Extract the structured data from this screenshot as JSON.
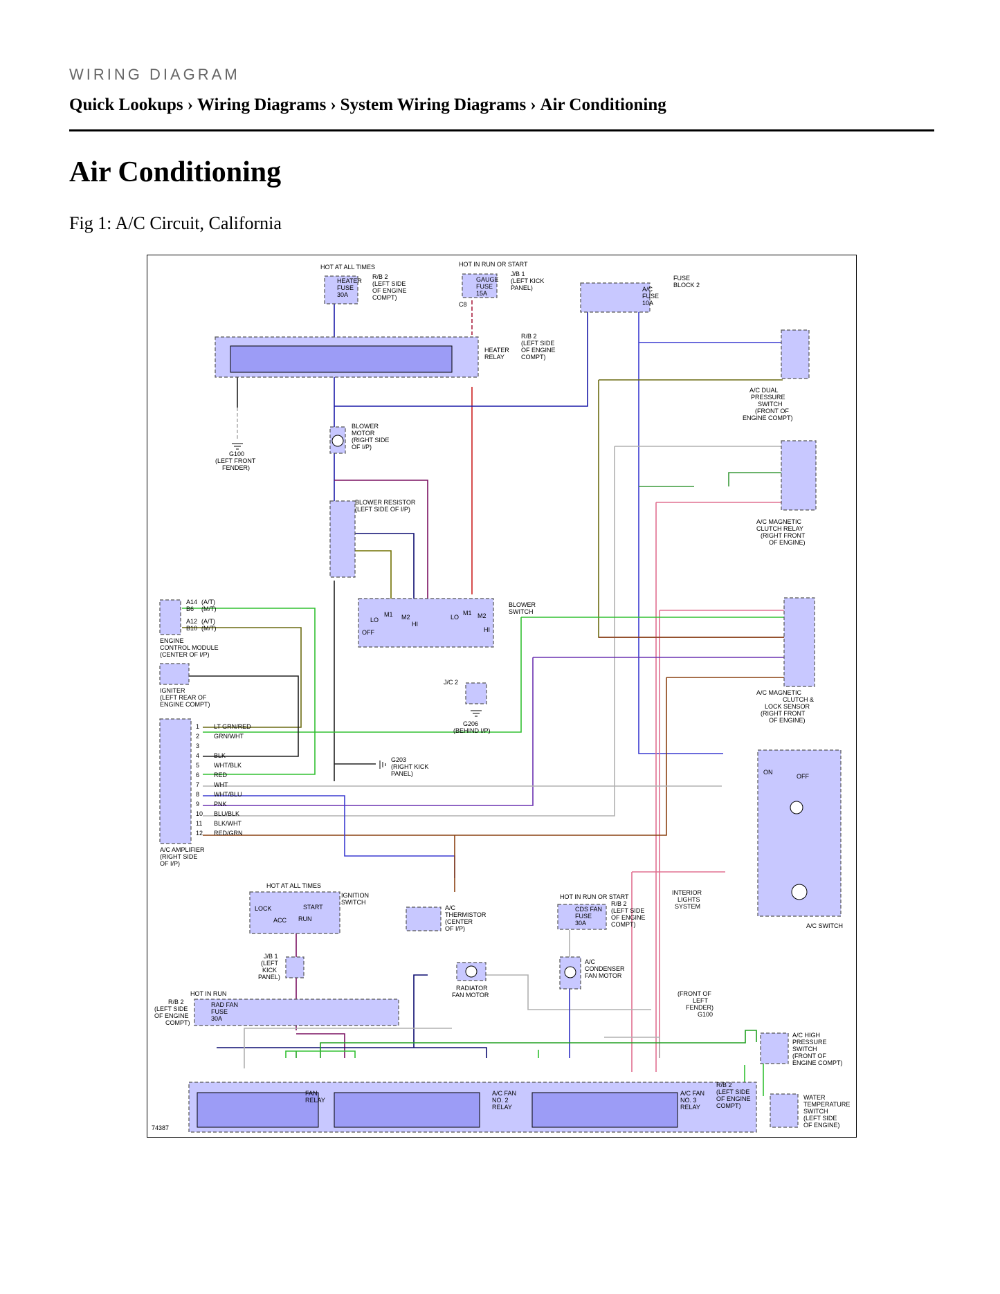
{
  "header": {
    "section_label": "WIRING DIAGRAM",
    "breadcrumb": [
      "Quick Lookups",
      "Wiring Diagrams",
      "System Wiring Diagrams",
      "Air Conditioning"
    ],
    "breadcrumb_separator": "›"
  },
  "page_title": "Air Conditioning",
  "figure_caption": "Fig 1: A/C Circuit, California",
  "diagram": {
    "figure_number": "74387",
    "notes": {
      "hot_at_all_times": "HOT AT ALL TIMES",
      "hot_in_run_or_start": "HOT IN RUN OR START",
      "hot_in_run": "HOT IN RUN"
    },
    "components": {
      "heater_fuse": [
        "HEATER",
        "FUSE",
        "30A"
      ],
      "rb2_engine": [
        "R/B 2",
        "(LEFT SIDE",
        "OF ENGINE",
        "COMPT)"
      ],
      "gauge_fuse": [
        "GAUGE",
        "FUSE",
        "15A"
      ],
      "jb1_kick": [
        "J/B 1",
        "(LEFT KICK",
        "PANEL)"
      ],
      "ac_fuse": [
        "A/C",
        "FUSE",
        "10A"
      ],
      "fuse_block_2": [
        "FUSE",
        "BLOCK 2"
      ],
      "heater_relay": [
        "HEATER",
        "RELAY"
      ],
      "ac_dual_pressure": [
        "A/C DUAL",
        "PRESSURE",
        "SWITCH",
        "(FRONT OF",
        "ENGINE COMPT)"
      ],
      "blower_motor": [
        "BLOWER",
        "MOTOR",
        "(RIGHT SIDE",
        "OF I/P)"
      ],
      "g100_front": [
        "G100",
        "(LEFT FRONT",
        "FENDER)"
      ],
      "ac_mag_clutch_relay": [
        "A/C MAGNETIC",
        "CLUTCH RELAY",
        "(RIGHT FRONT",
        "OF ENGINE)"
      ],
      "blower_resistor": [
        "BLOWER RESISTOR",
        "(LEFT SIDE OF I/P)"
      ],
      "blower_switch": [
        "BLOWER",
        "SWITCH"
      ],
      "ecm": [
        "ENGINE",
        "CONTROL MODULE",
        "(CENTER OF I/P)"
      ],
      "igniter": [
        "IGNITER",
        "(LEFT REAR OF",
        "ENGINE COMPT)"
      ],
      "ac_mag_clutch_lock": [
        "A/C MAGNETIC",
        "CLUTCH &",
        "LOCK SENSOR",
        "(RIGHT FRONT",
        "OF ENGINE)"
      ],
      "jc2": "J/C 2",
      "g206": [
        "G206",
        "(BEHIND I/P)"
      ],
      "g203": [
        "G203",
        "(RIGHT KICK",
        "PANEL)"
      ],
      "ac_amplifier": [
        "A/C AMPLIFIER",
        "(RIGHT SIDE",
        "OF I/P)"
      ],
      "ac_switch": "A/C SWITCH",
      "interior_lights": [
        "INTERIOR",
        "LIGHTS",
        "SYSTEM"
      ],
      "ignition_switch": [
        "IGNITION",
        "SWITCH"
      ],
      "ac_thermistor": [
        "A/C",
        "THERMISTOR",
        "(CENTER",
        "OF I/P)"
      ],
      "cds_fan_fuse": [
        "CDS FAN",
        "FUSE",
        "30A"
      ],
      "jb1_left_kick": [
        "J/B 1",
        "(LEFT",
        "KICK",
        "PANEL)"
      ],
      "radiator_fan_motor": [
        "RADIATOR",
        "FAN MOTOR"
      ],
      "ac_condenser_fan": [
        "A/C",
        "CONDENSER",
        "FAN MOTOR"
      ],
      "g100_left": [
        "(FRONT OF",
        "LEFT",
        "FENDER)",
        "G100"
      ],
      "rad_fan_fuse": [
        "RAD FAN",
        "FUSE",
        "30A"
      ],
      "ac_high_pressure": [
        "A/C HIGH",
        "PRESSURE",
        "SWITCH",
        "(FRONT OF",
        "ENGINE COMPT)"
      ],
      "fan_relay": [
        "FAN",
        "RELAY"
      ],
      "ac_fan_no2": [
        "A/C FAN",
        "NO. 2",
        "RELAY"
      ],
      "ac_fan_no3": [
        "A/C FAN",
        "NO. 3",
        "RELAY"
      ],
      "water_temp_switch": [
        "WATER",
        "TEMPERATURE",
        "SWITCH",
        "(LEFT SIDE",
        "OF ENGINE)"
      ]
    },
    "switch_labels": {
      "lo": "LO",
      "hi": "HI",
      "off": "OFF",
      "m1": "M1",
      "m2": "M2",
      "on": "ON",
      "lock": "LOCK",
      "start": "START",
      "acc": "ACC",
      "run": "RUN",
      "connector_c8": "C8"
    },
    "ecm_pins": {
      "a14": "A14",
      "b6": "B6",
      "a12": "A12",
      "b10": "B10",
      "at": "(A/T)",
      "mt": "(M/T)"
    },
    "amplifier_pins": [
      {
        "pin": "1",
        "wire": "LT GRN/RED"
      },
      {
        "pin": "2",
        "wire": "GRN/WHT"
      },
      {
        "pin": "3",
        "wire": ""
      },
      {
        "pin": "4",
        "wire": "BLK"
      },
      {
        "pin": "5",
        "wire": "WHT/BLK"
      },
      {
        "pin": "6",
        "wire": "RED"
      },
      {
        "pin": "7",
        "wire": "WHT"
      },
      {
        "pin": "8",
        "wire": "WHT/BLU"
      },
      {
        "pin": "9",
        "wire": "PNK"
      },
      {
        "pin": "10",
        "wire": "BLU/BLK"
      },
      {
        "pin": "11",
        "wire": "BLK/WHT"
      },
      {
        "pin": "12",
        "wire": "RED/GRN"
      }
    ],
    "wire_colors": {
      "blu": "#1a1aa8",
      "red": "#cc2020",
      "red_blu": "#aa2040",
      "blu_red": "#7a1060",
      "lt_grn": "#30c030",
      "lt_grn_red": "#6a6a10",
      "pnk": "#e07090",
      "wht": "#b0b0b0",
      "blk": "#202020",
      "blu_blk": "#0c0c70",
      "blu_yel": "#707000",
      "red_grn": "#8a4010",
      "brn": "#8a3010",
      "grn": "#1a9a1a",
      "pnk_blu": "#6a30b0",
      "wht_grn": "#3a9a3a",
      "wht_blu": "#3a3ad0",
      "lt_grn_blk": "#20a020"
    }
  }
}
